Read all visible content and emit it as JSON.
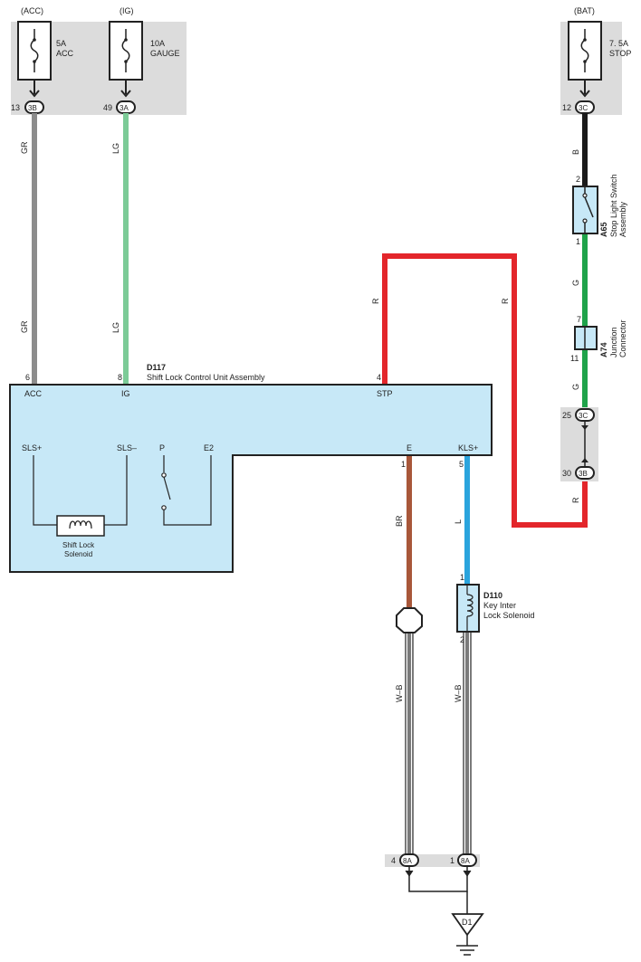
{
  "fuses": {
    "acc": {
      "source": "(ACC)",
      "rating": "5A",
      "name": "ACC",
      "pin": "13",
      "connector": "3B"
    },
    "ig": {
      "source": "(IG)",
      "rating": "10A",
      "name": "GAUGE",
      "pin": "49",
      "connector": "3A"
    },
    "bat": {
      "source": "(BAT)",
      "rating": "7. 5A",
      "name": "STOP",
      "pin": "12",
      "connector": "3C"
    }
  },
  "wires": {
    "gr": "GR",
    "lg": "LG",
    "b": "B",
    "g": "G",
    "r": "R",
    "br": "BR",
    "l": "L",
    "wb": "W–B"
  },
  "colors": {
    "gray_wire": "#8c8c8c",
    "lg_wire": "#7ccb97",
    "black_wire": "#1a1a1a",
    "green_wire": "#1fa34a",
    "red_wire": "#e3262b",
    "brown_wire": "#a8573a",
    "blue_wire": "#2aa4dd",
    "unit_fill": "#c7e8f7",
    "junction_gray": "#dcdcdc"
  },
  "stop_switch": {
    "pin_top": "2",
    "pin_bottom": "1",
    "code": "A65",
    "name_line1": "Stop Light Switch",
    "name_line2": "Assembly"
  },
  "junction": {
    "pin_top": "7",
    "pin_bottom": "11",
    "code": "A74",
    "name_line1": "Junction",
    "name_line2": "Connector"
  },
  "jblock": {
    "pin_top": "25",
    "conn_top": "3C",
    "pin_bottom": "30",
    "conn_bottom": "3B"
  },
  "unit": {
    "code": "D117",
    "name": "Shift Lock Control Unit Assembly",
    "pins": {
      "acc": "6",
      "ig": "8",
      "stp": "4",
      "e": "1",
      "kls": "5"
    },
    "terminals": {
      "acc": "ACC",
      "ig": "IG",
      "stp": "STP",
      "sls_plus": "SLS+",
      "sls_minus": "SLS–",
      "p": "P",
      "e2": "E2",
      "e": "E",
      "kls_plus": "KLS+"
    },
    "solenoid_line1": "Shift Lock",
    "solenoid_line2": "Solenoid"
  },
  "key_solenoid": {
    "code": "D110",
    "name_line1": "Key Inter",
    "name_line2": "Lock Solenoid",
    "pin_top": "1",
    "pin_bottom": "2"
  },
  "ground_connector": {
    "left_pin": "4",
    "left_conn": "8A",
    "right_pin": "1",
    "right_conn": "8A"
  },
  "ground": {
    "code": "D1"
  }
}
